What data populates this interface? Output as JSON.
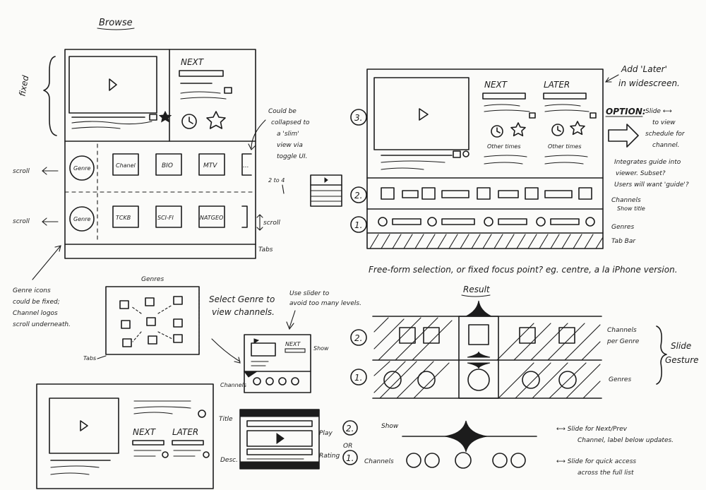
{
  "sketch1": {
    "title": "Browse",
    "fixed": "fixed",
    "next": "NEXT",
    "genre": "Genre",
    "channels_row1": [
      "Chanel",
      "BIO",
      "MTV",
      "..."
    ],
    "channels_row2": [
      "TCKB",
      "SCI-FI",
      "NATGEO"
    ],
    "scroll_left": "scroll",
    "scroll_right": "scroll",
    "tabs": "Tabs",
    "note_collapse": [
      "Could be",
      "collapsed to",
      "a 'slim'",
      "view via",
      "toggle UI."
    ],
    "note_2to4": "2 to 4",
    "note_genre": [
      "Genre icons",
      "could be fixed;",
      "Channel logos",
      "scroll underneath."
    ]
  },
  "sketch2": {
    "next": "NEXT",
    "later": "LATER",
    "other_times": "Other times",
    "num3": "3.",
    "num2": "2.",
    "num1": "1.",
    "add_later": [
      "Add 'Later'",
      "in widescreen."
    ],
    "option": "OPTION:",
    "option_note": [
      "Slide ⟷",
      "to view",
      "schedule for",
      "channel."
    ],
    "integrates": [
      "Integrates guide into",
      "viewer. Subset?",
      "Users will want 'guide'?"
    ],
    "channels_show_title": [
      "Channels",
      "Show title"
    ],
    "genres": "Genres",
    "tab_bar": "Tab Bar",
    "freeform": "Free-form selection, or fixed focus point? eg. centre, a la iPhone version."
  },
  "sketch3": {
    "title": "Genres",
    "tabs": "Tabs",
    "select_genre": [
      "Select Genre to",
      "view channels."
    ],
    "use_slider": [
      "Use slider to",
      "avoid too many levels."
    ],
    "next": "NEXT",
    "show": "Show",
    "channels": "Channels"
  },
  "sketch4": {
    "title": "Result",
    "num2": "2.",
    "num1": "1.",
    "channels_per_genre": [
      "Channels",
      "per Genre"
    ],
    "genres": "Genres",
    "slide_gesture": [
      "Slide",
      "Gesture"
    ]
  },
  "sketch5": {
    "next": "NEXT",
    "later": "LATER",
    "title": "Title",
    "desc": "Desc.",
    "play": "Play",
    "rating": "Rating",
    "num2": "2.",
    "or": "OR",
    "num1": "1.",
    "show": "Show",
    "channels": "Channels",
    "slide_next_prev": [
      "⟷ Slide for Next/Prev",
      "Channel, label below updates."
    ],
    "slide_quick": [
      "⟷ Slide for quick access",
      "across the full list"
    ]
  }
}
